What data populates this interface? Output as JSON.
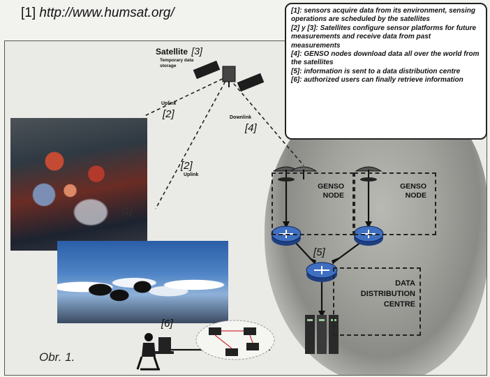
{
  "header": {
    "prefix": "[1]",
    "url": "http://www.humsat.org/"
  },
  "legend": [
    "[1]: sensors acquire data from its environment, sensing operations are scheduled by the satellites",
    "[2] y [3]: Satellites configure sensor platforms for future measurements and receive data from past measurements",
    "[4]: GENSO nodes download data all over the world from the satellites",
    "[5]: information is sent to a data distribution centre",
    "[6]: authorized users can finally retrieve information"
  ],
  "satellite": {
    "title": "Satellite",
    "ref": "[3]",
    "sub1": "Temporary data",
    "sub2": "storage"
  },
  "links": {
    "uplink1": {
      "label": "Uplink",
      "ref": "[2]"
    },
    "uplink2": {
      "ref": "[2]",
      "label": "Uplink"
    },
    "downlink": {
      "label": "Downlink",
      "ref": "[4]"
    }
  },
  "photo_ref": "[1]",
  "genso1": {
    "line1": "GENSO",
    "line2": "NODE"
  },
  "genso2": {
    "line1": "GENSO",
    "line2": "NODE"
  },
  "hub_ref": "[5]",
  "ddc": {
    "line1": "DATA",
    "line2": "DISTRIBUTION",
    "line3": "CENTRE"
  },
  "user_ref": "[6]",
  "caption": "Obr. 1."
}
